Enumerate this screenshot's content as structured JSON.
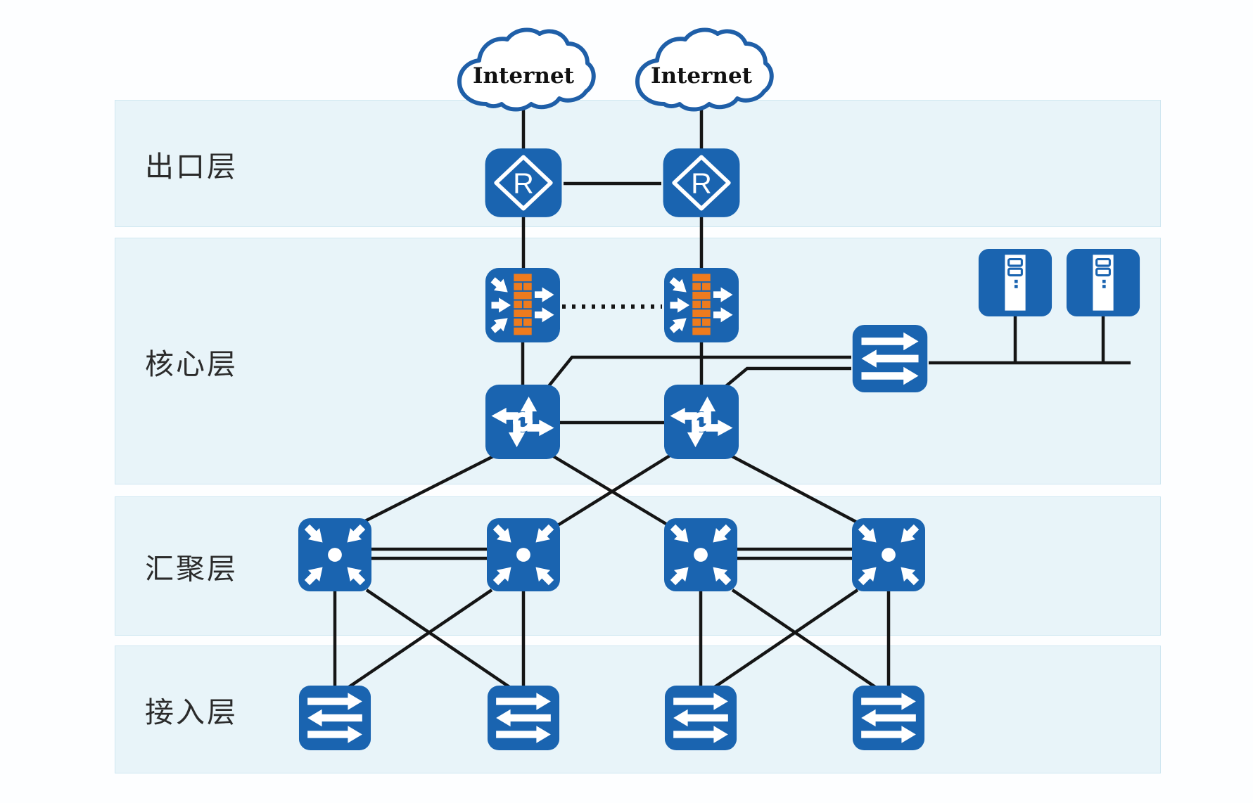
{
  "layers": [
    {
      "id": "egress",
      "label": "出口层"
    },
    {
      "id": "core",
      "label": "核心层"
    },
    {
      "id": "aggregation",
      "label": "汇聚层"
    },
    {
      "id": "access",
      "label": "接入层"
    }
  ],
  "clouds": [
    {
      "label": "Internet"
    },
    {
      "label": "Internet"
    }
  ],
  "icon_text": {
    "router_letter": "R"
  },
  "devices": [
    {
      "name": "internet-cloud-1",
      "type": "internet-cloud-icon",
      "layer": "above-egress"
    },
    {
      "name": "internet-cloud-2",
      "type": "internet-cloud-icon",
      "layer": "above-egress"
    },
    {
      "name": "router-1",
      "type": "router-icon",
      "layer": "egress"
    },
    {
      "name": "router-2",
      "type": "router-icon",
      "layer": "egress"
    },
    {
      "name": "firewall-1",
      "type": "firewall-icon",
      "layer": "core"
    },
    {
      "name": "firewall-2",
      "type": "firewall-icon",
      "layer": "core"
    },
    {
      "name": "core-switch-1",
      "type": "l3-switch-icon",
      "layer": "core"
    },
    {
      "name": "core-switch-2",
      "type": "l3-switch-icon",
      "layer": "core"
    },
    {
      "name": "server-access-switch",
      "type": "l2-switch-icon",
      "layer": "core"
    },
    {
      "name": "server-1",
      "type": "server-icon",
      "layer": "core"
    },
    {
      "name": "server-2",
      "type": "server-icon",
      "layer": "core"
    },
    {
      "name": "aggregation-switch-1",
      "type": "aggregation-switch-icon",
      "layer": "aggregation"
    },
    {
      "name": "aggregation-switch-2",
      "type": "aggregation-switch-icon",
      "layer": "aggregation"
    },
    {
      "name": "aggregation-switch-3",
      "type": "aggregation-switch-icon",
      "layer": "aggregation"
    },
    {
      "name": "aggregation-switch-4",
      "type": "aggregation-switch-icon",
      "layer": "aggregation"
    },
    {
      "name": "access-switch-1",
      "type": "l2-switch-icon",
      "layer": "access"
    },
    {
      "name": "access-switch-2",
      "type": "l2-switch-icon",
      "layer": "access"
    },
    {
      "name": "access-switch-3",
      "type": "l2-switch-icon",
      "layer": "access"
    },
    {
      "name": "access-switch-4",
      "type": "l2-switch-icon",
      "layer": "access"
    }
  ],
  "connections": [
    {
      "from": "internet-cloud-1",
      "to": "router-1",
      "style": "solid"
    },
    {
      "from": "internet-cloud-2",
      "to": "router-2",
      "style": "solid"
    },
    {
      "from": "router-1",
      "to": "router-2",
      "style": "solid"
    },
    {
      "from": "router-1",
      "to": "firewall-1",
      "style": "solid"
    },
    {
      "from": "router-2",
      "to": "firewall-2",
      "style": "solid"
    },
    {
      "from": "firewall-1",
      "to": "firewall-2",
      "style": "dotted"
    },
    {
      "from": "firewall-1",
      "to": "core-switch-1",
      "style": "solid"
    },
    {
      "from": "firewall-2",
      "to": "core-switch-2",
      "style": "solid"
    },
    {
      "from": "core-switch-1",
      "to": "core-switch-2",
      "style": "solid"
    },
    {
      "from": "core-switch-1",
      "to": "server-access-switch",
      "style": "solid"
    },
    {
      "from": "core-switch-2",
      "to": "server-access-switch",
      "style": "solid"
    },
    {
      "from": "server-access-switch",
      "to": "server-1",
      "style": "solid"
    },
    {
      "from": "server-access-switch",
      "to": "server-2",
      "style": "solid"
    },
    {
      "from": "core-switch-1",
      "to": "aggregation-switch-1",
      "style": "solid"
    },
    {
      "from": "core-switch-1",
      "to": "aggregation-switch-3",
      "style": "solid"
    },
    {
      "from": "core-switch-2",
      "to": "aggregation-switch-2",
      "style": "solid"
    },
    {
      "from": "core-switch-2",
      "to": "aggregation-switch-4",
      "style": "solid"
    },
    {
      "from": "aggregation-switch-1",
      "to": "aggregation-switch-2",
      "style": "double"
    },
    {
      "from": "aggregation-switch-3",
      "to": "aggregation-switch-4",
      "style": "double"
    },
    {
      "from": "aggregation-switch-1",
      "to": "access-switch-1",
      "style": "solid"
    },
    {
      "from": "aggregation-switch-1",
      "to": "access-switch-2",
      "style": "solid"
    },
    {
      "from": "aggregation-switch-2",
      "to": "access-switch-1",
      "style": "solid"
    },
    {
      "from": "aggregation-switch-2",
      "to": "access-switch-2",
      "style": "solid"
    },
    {
      "from": "aggregation-switch-3",
      "to": "access-switch-3",
      "style": "solid"
    },
    {
      "from": "aggregation-switch-3",
      "to": "access-switch-4",
      "style": "solid"
    },
    {
      "from": "aggregation-switch-4",
      "to": "access-switch-3",
      "style": "solid"
    },
    {
      "from": "aggregation-switch-4",
      "to": "access-switch-4",
      "style": "solid"
    }
  ],
  "colors": {
    "device_blue": "#1a64b0",
    "brick_orange": "#ee7b1e",
    "line_black": "#151515",
    "band_fill": "#e8f4f9",
    "band_border": "#cfe7f1",
    "cloud_stroke": "#1f5fa8",
    "background": "#fdfeff",
    "label_text": "#2b2b2b"
  }
}
